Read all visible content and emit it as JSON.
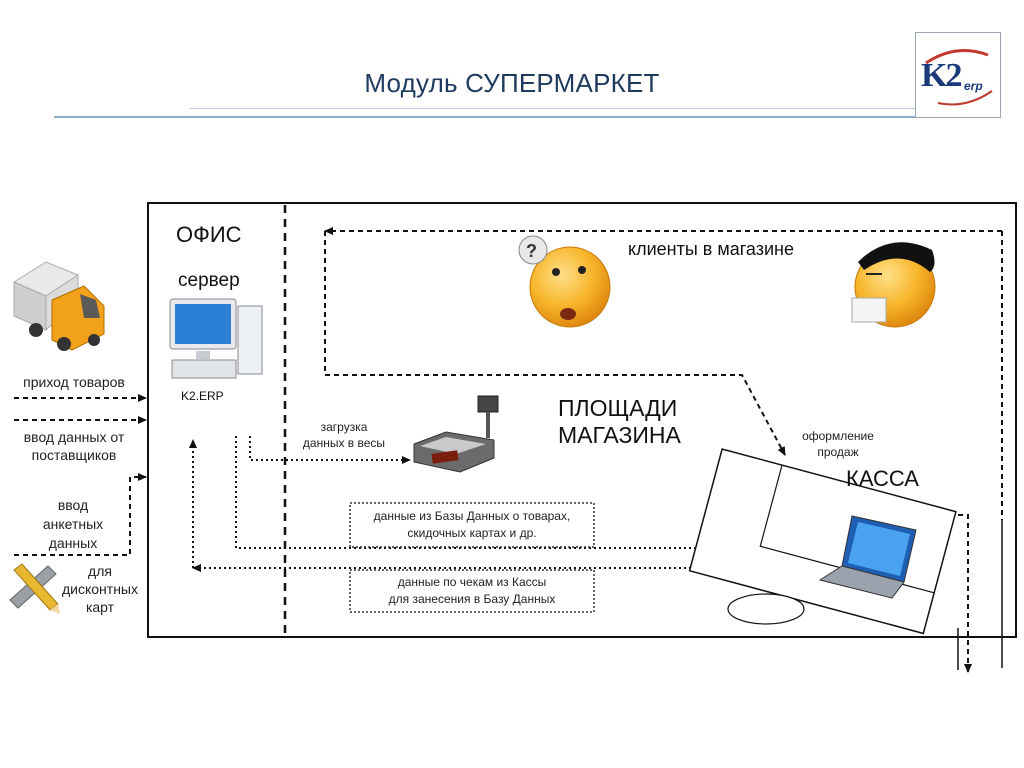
{
  "header": {
    "title": "Модуль СУПЕРМАРКЕТ",
    "logo_text_k2": "K2",
    "logo_text_erp": "erp"
  },
  "office": {
    "label": "ОФИС",
    "server_label": "сервер",
    "server_name": "K2.ERP"
  },
  "inputs": {
    "goods_receipt": "приход  товаров",
    "supplier_data_line1": "ввод данных от",
    "supplier_data_line2": "поставщиков",
    "survey_line1": "ввод",
    "survey_line2": "анкетных",
    "survey_line3": "данных",
    "cards_line1": "для",
    "cards_line2": "дисконтных",
    "cards_line3": "карт"
  },
  "store": {
    "customers_label": "клиенты в магазине",
    "floor_line1": "ПЛОЩАДИ",
    "floor_line2": "МАГАЗИНА",
    "sales_line1": "оформление",
    "sales_line2": "продаж",
    "checkout_label": "КАССА",
    "scale_upload_line1": "загрузка",
    "scale_upload_line2": "данных в весы"
  },
  "flows": {
    "db_to_pos_line1": "данные из Базы Данных о товарах,",
    "db_to_pos_line2": "скидочных картах и др.",
    "pos_to_db_line1": "данные по чекам из Кассы",
    "pos_to_db_line2": "для занесения в Базу Данных"
  },
  "colors": {
    "title": "#1f3a5f",
    "accent_line": "#8eaad0",
    "logo": "#1b3a7a",
    "smiley": "#f5a51c",
    "truck": "#f2a21a"
  }
}
